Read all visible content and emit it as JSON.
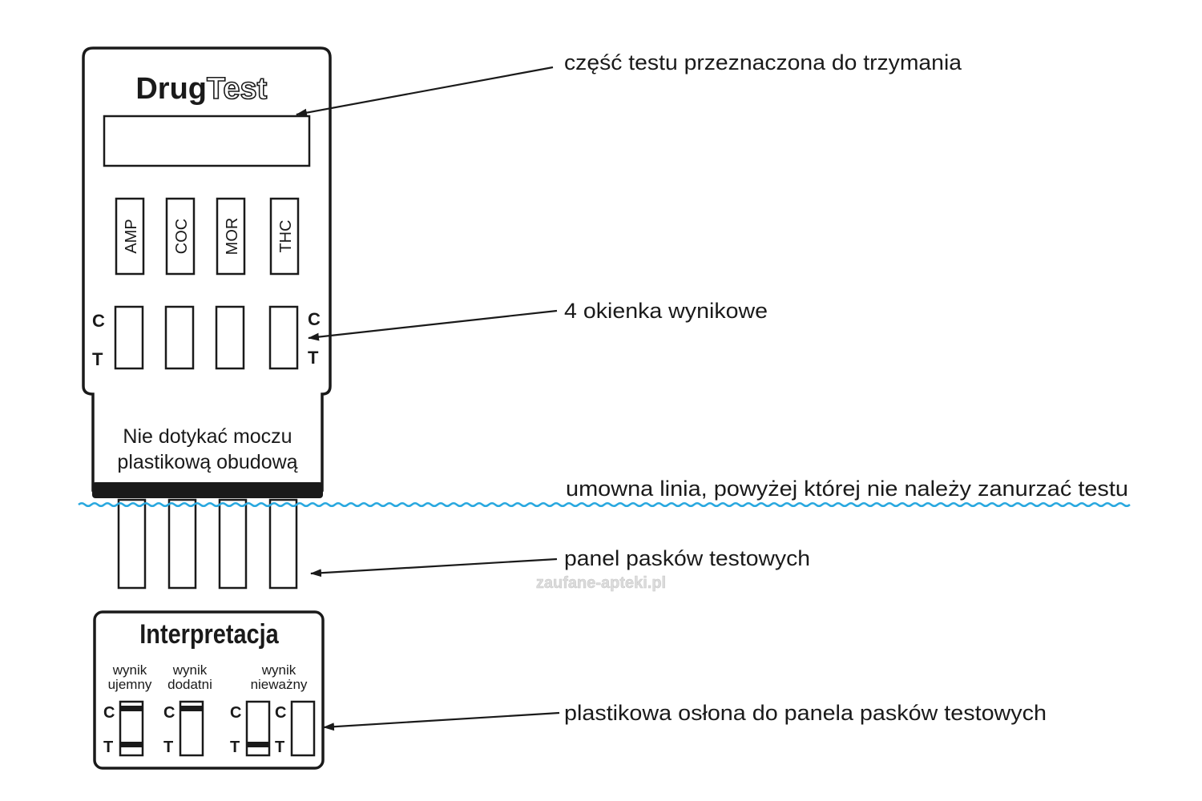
{
  "device": {
    "logo_bold": "Drug",
    "logo_outline": "Test",
    "drug_labels": [
      "AMP",
      "COC",
      "MOR",
      "THC"
    ],
    "c_label": "C",
    "t_label": "T",
    "warning_line1": "Nie dotykać moczu",
    "warning_line2": "plastikową obudową"
  },
  "callouts": {
    "handle": "część testu przeznaczona do trzymania",
    "windows": "4 okienka wynikowe",
    "dip_line": "umowna linia, powyżej której nie należy zanurzać testu",
    "strips": "panel pasków testowych",
    "cover": "plastikowa osłona do panela pasków testowych"
  },
  "watermark": "zaufane-apteki.pl",
  "interpretation": {
    "title": "Interpretacja",
    "neg_line1": "wynik",
    "neg_line2": "ujemny",
    "pos_line1": "wynik",
    "pos_line2": "dodatni",
    "inv_line1": "wynik",
    "inv_line2": "nieważny",
    "c_label": "C",
    "t_label": "T"
  },
  "colors": {
    "ink": "#1a1a1a",
    "wave": "#29a8df",
    "watermark": "#dcdcdc"
  }
}
